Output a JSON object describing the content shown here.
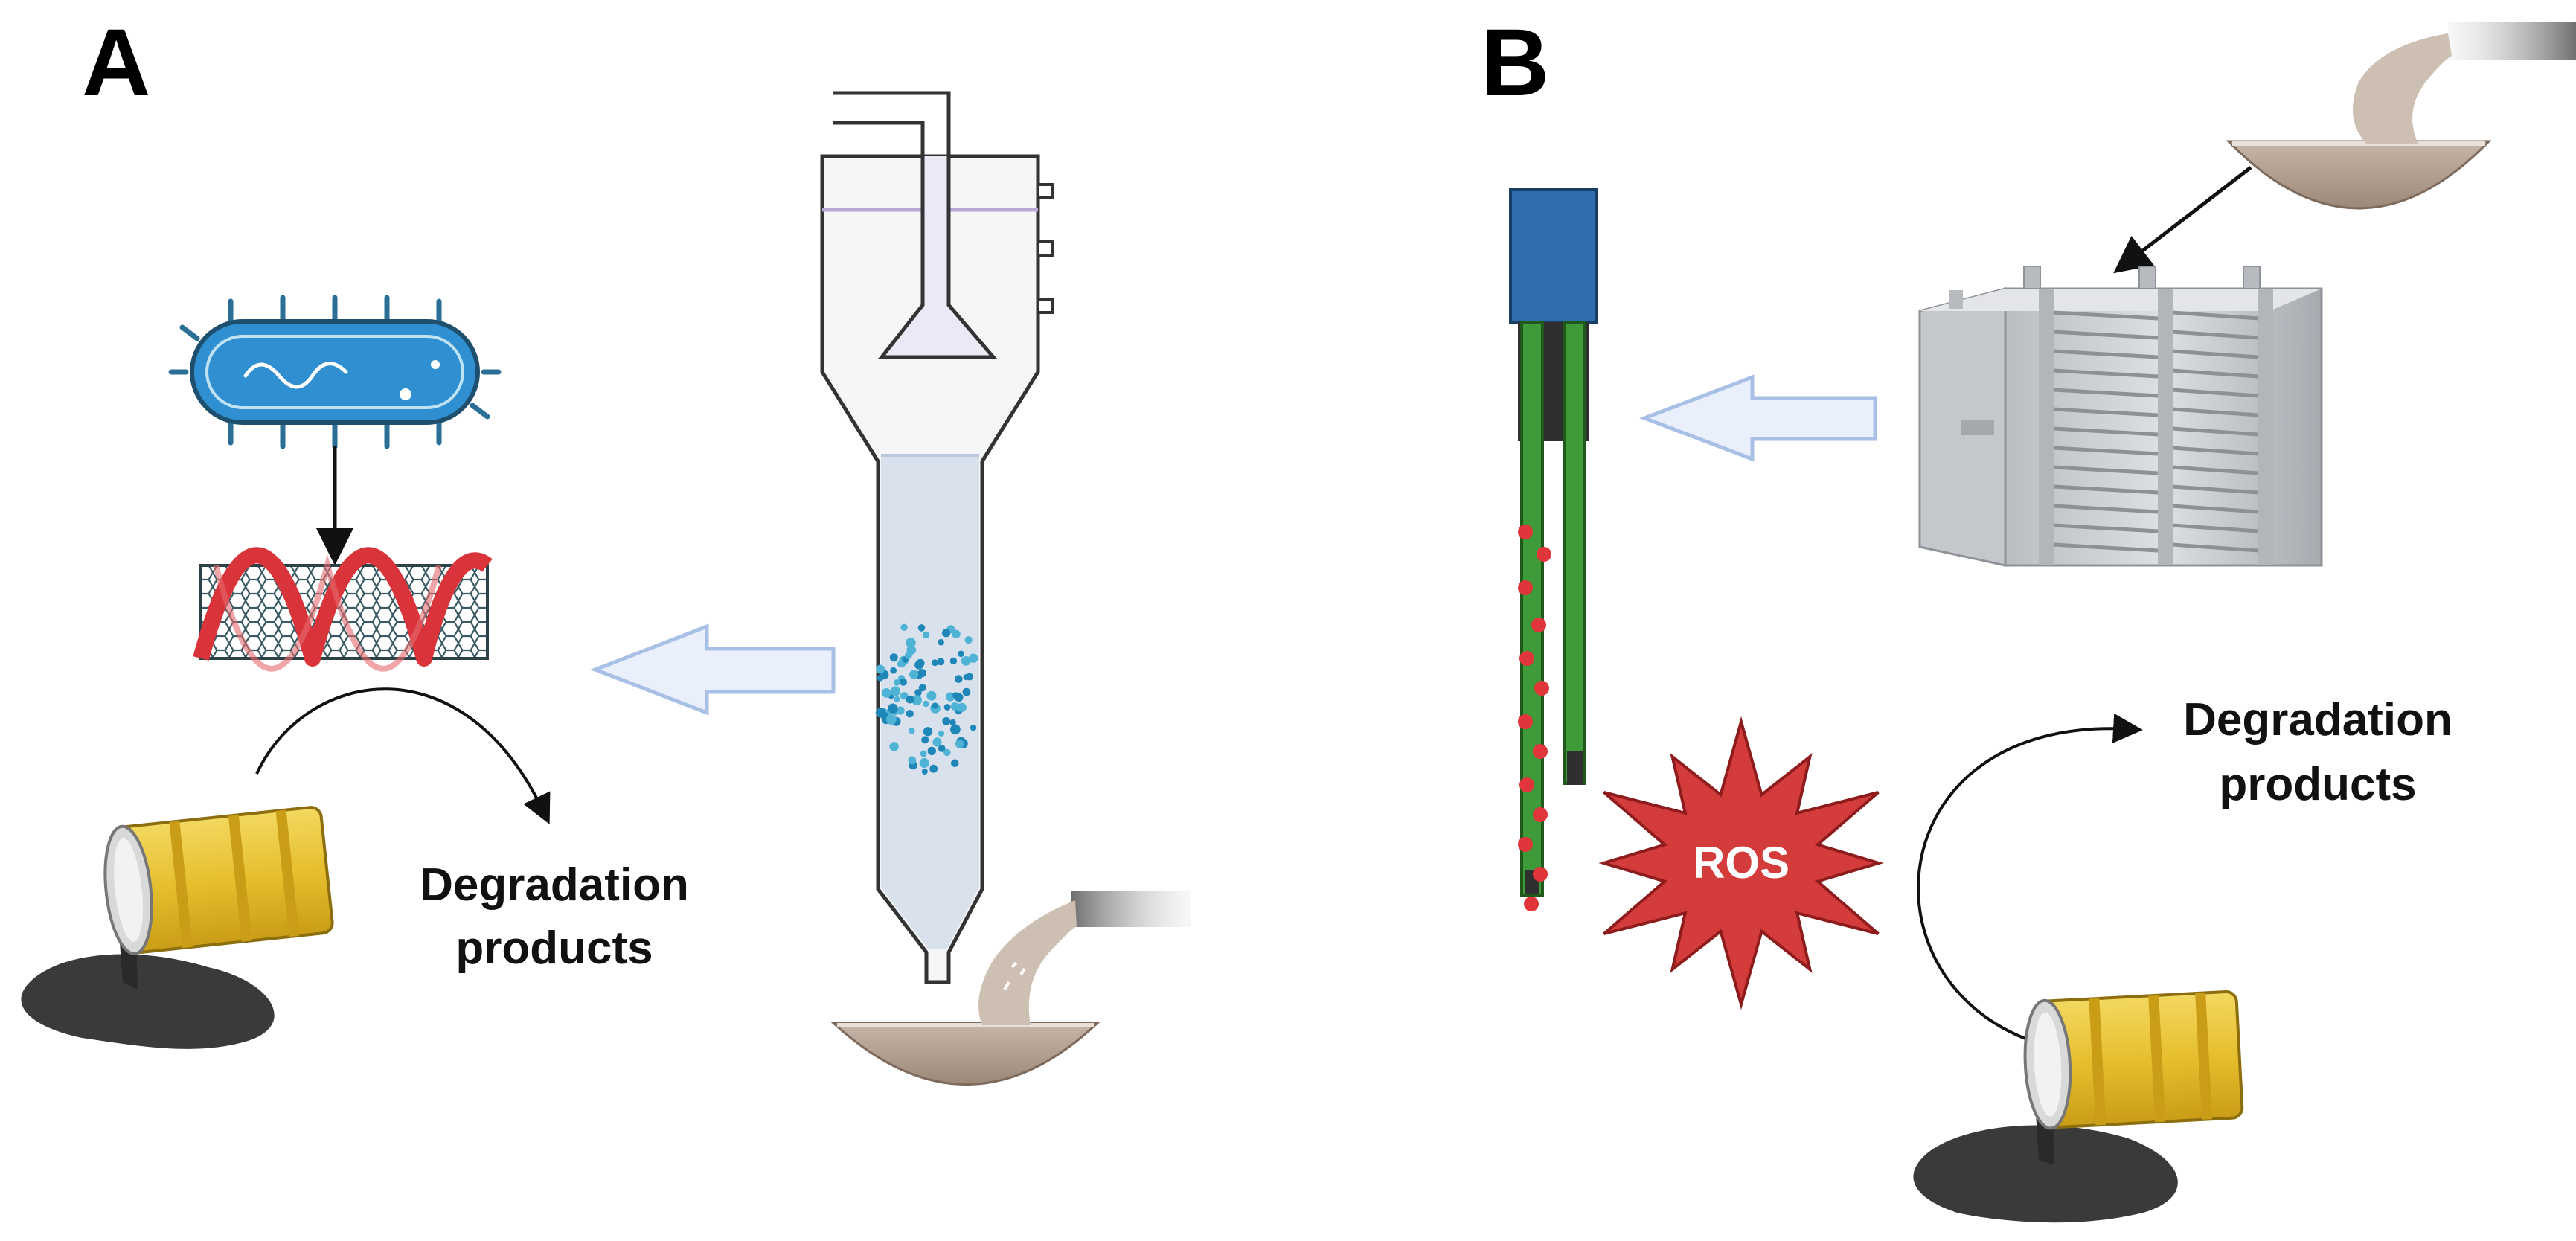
{
  "panel_a": {
    "letter": "A",
    "product_label_line1": "Degradation",
    "product_label_line2": "products"
  },
  "panel_b": {
    "letter": "B",
    "product_label_line1": "Degradation",
    "product_label_line2": "products",
    "ros_label": "ROS"
  },
  "colors": {
    "arrow_fill": "#e9f0fb",
    "arrow_stroke": "#a9c0e6",
    "bacterium": "#2f8fd0",
    "helix": "#d9343a",
    "barrel": "#e8c233",
    "oil": "#3a3a3a",
    "soil": "#b5a395",
    "electrode_cap": "#2f6fb0",
    "electrode_body": "#3f9a3a",
    "ros_burst": "#d43c3c",
    "reactor_liquid": "#d8e1ec"
  }
}
